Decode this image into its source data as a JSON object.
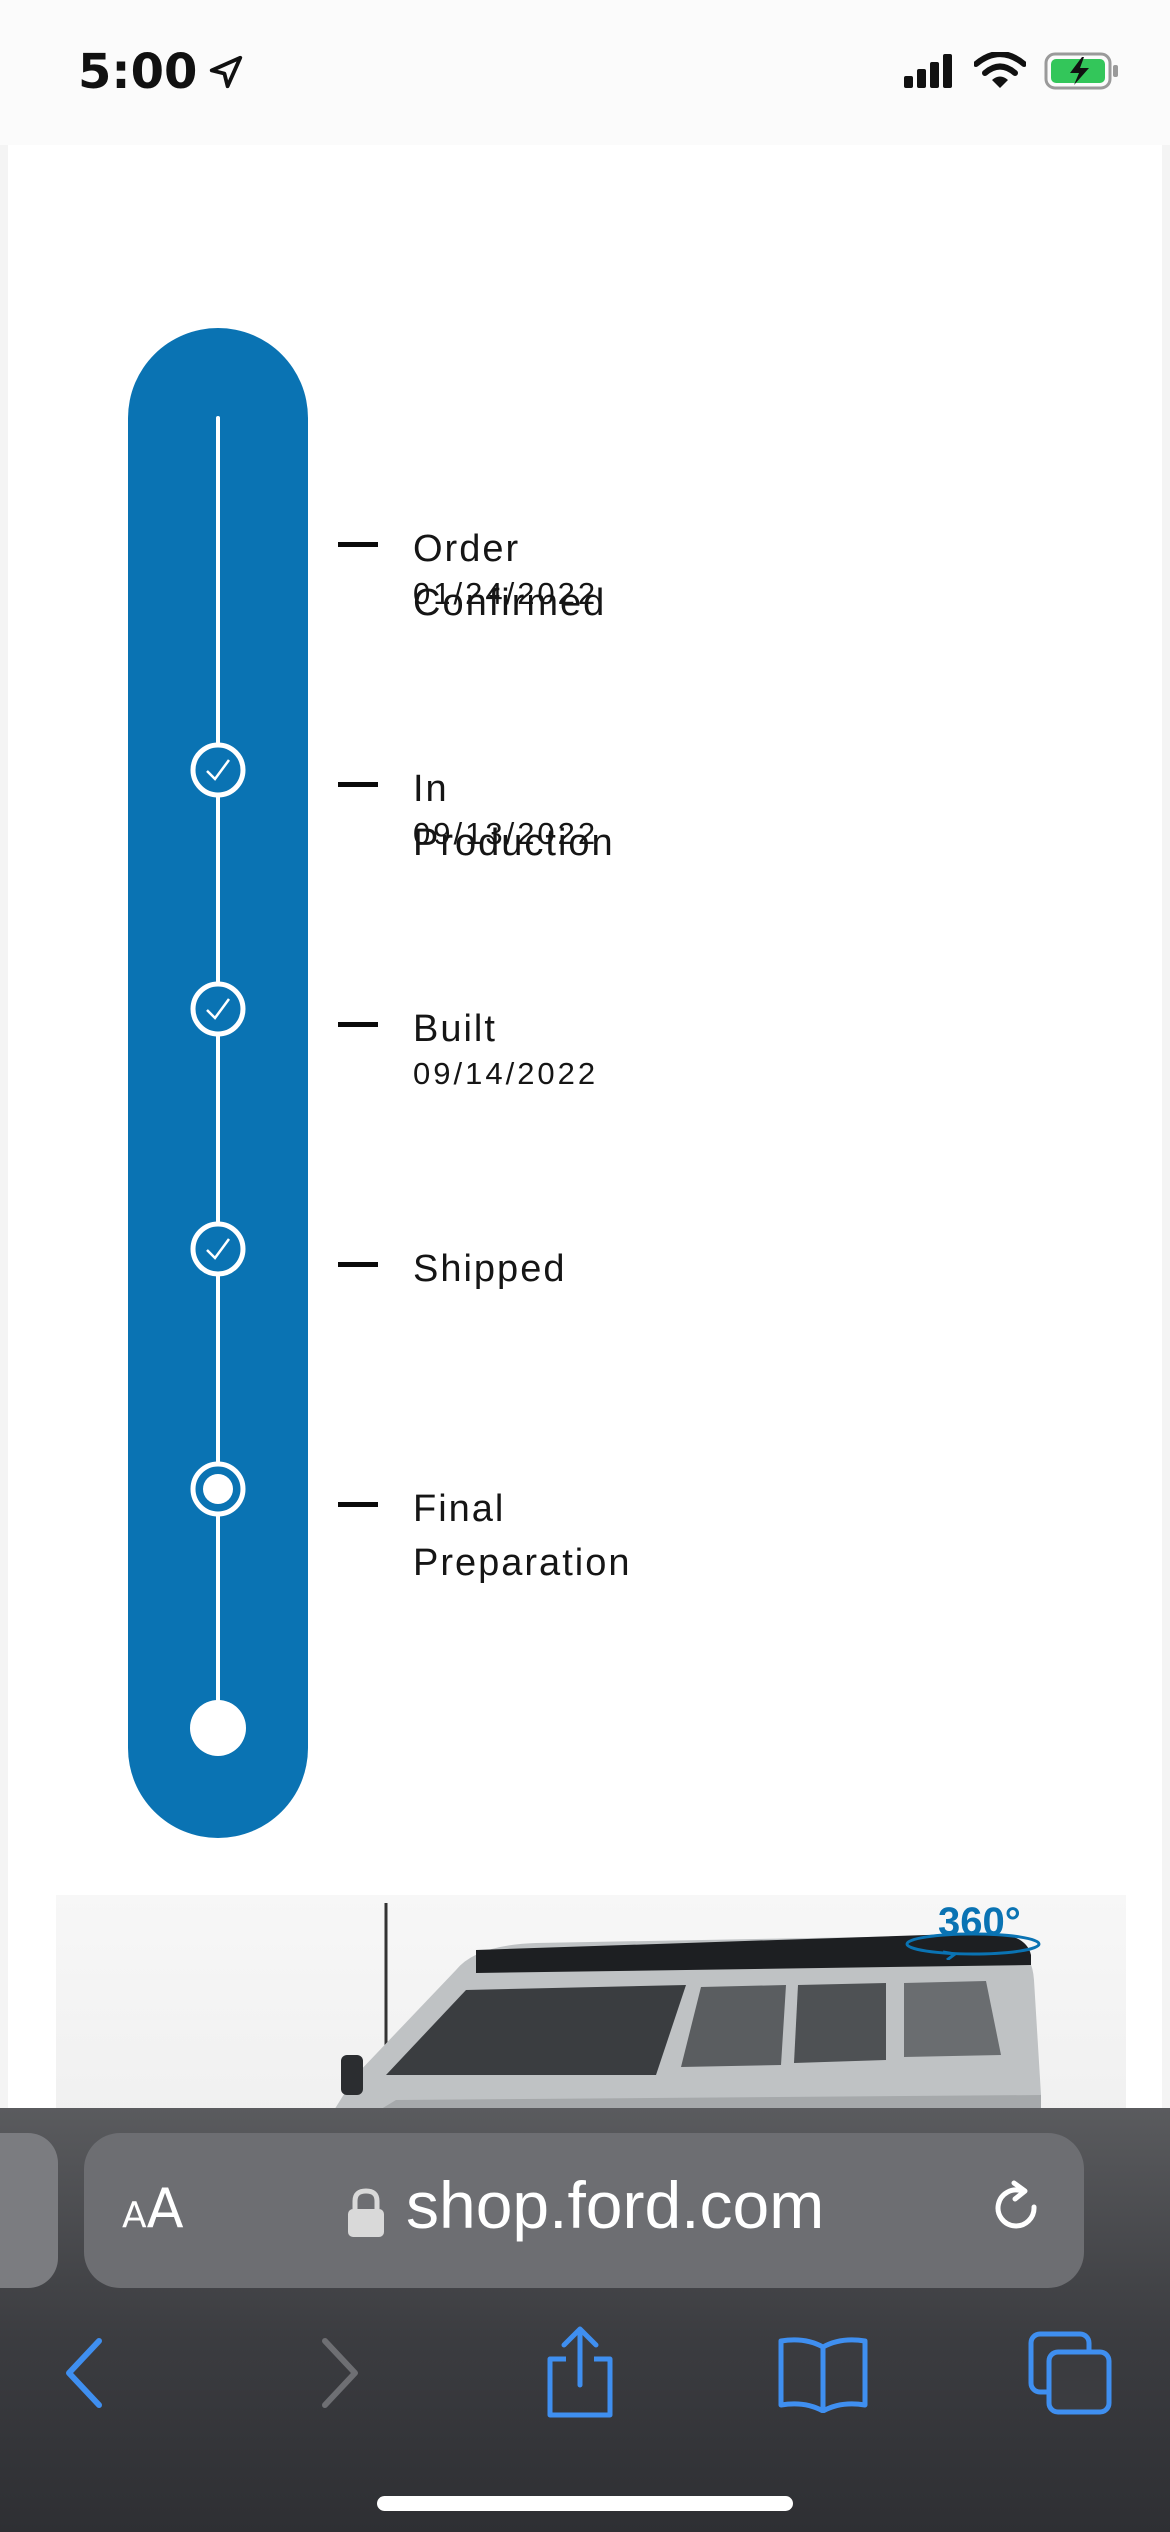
{
  "status_bar": {
    "time": "5:00",
    "icons": [
      "location-arrow-icon",
      "cellular-signal-icon",
      "wifi-icon",
      "battery-charging-icon"
    ]
  },
  "tracker": {
    "accent_color": "#0a73b3",
    "steps": [
      {
        "label": "Order Confirmed",
        "date": "01/24/2022",
        "state": "complete"
      },
      {
        "label": "In Production",
        "date": "09/13/2022",
        "state": "complete"
      },
      {
        "label": "Built",
        "date": "09/14/2022",
        "state": "complete"
      },
      {
        "label": "Shipped",
        "date": "",
        "state": "current"
      },
      {
        "label": "Final\nPreparation",
        "date": "",
        "state": "pending"
      }
    ]
  },
  "vehicle": {
    "badge": "360°"
  },
  "browser": {
    "aa_small": "A",
    "aa_large": "A",
    "url": "shop.ford.com",
    "nav": [
      "back-icon",
      "forward-icon",
      "share-icon",
      "bookmarks-icon",
      "tabs-icon"
    ]
  }
}
